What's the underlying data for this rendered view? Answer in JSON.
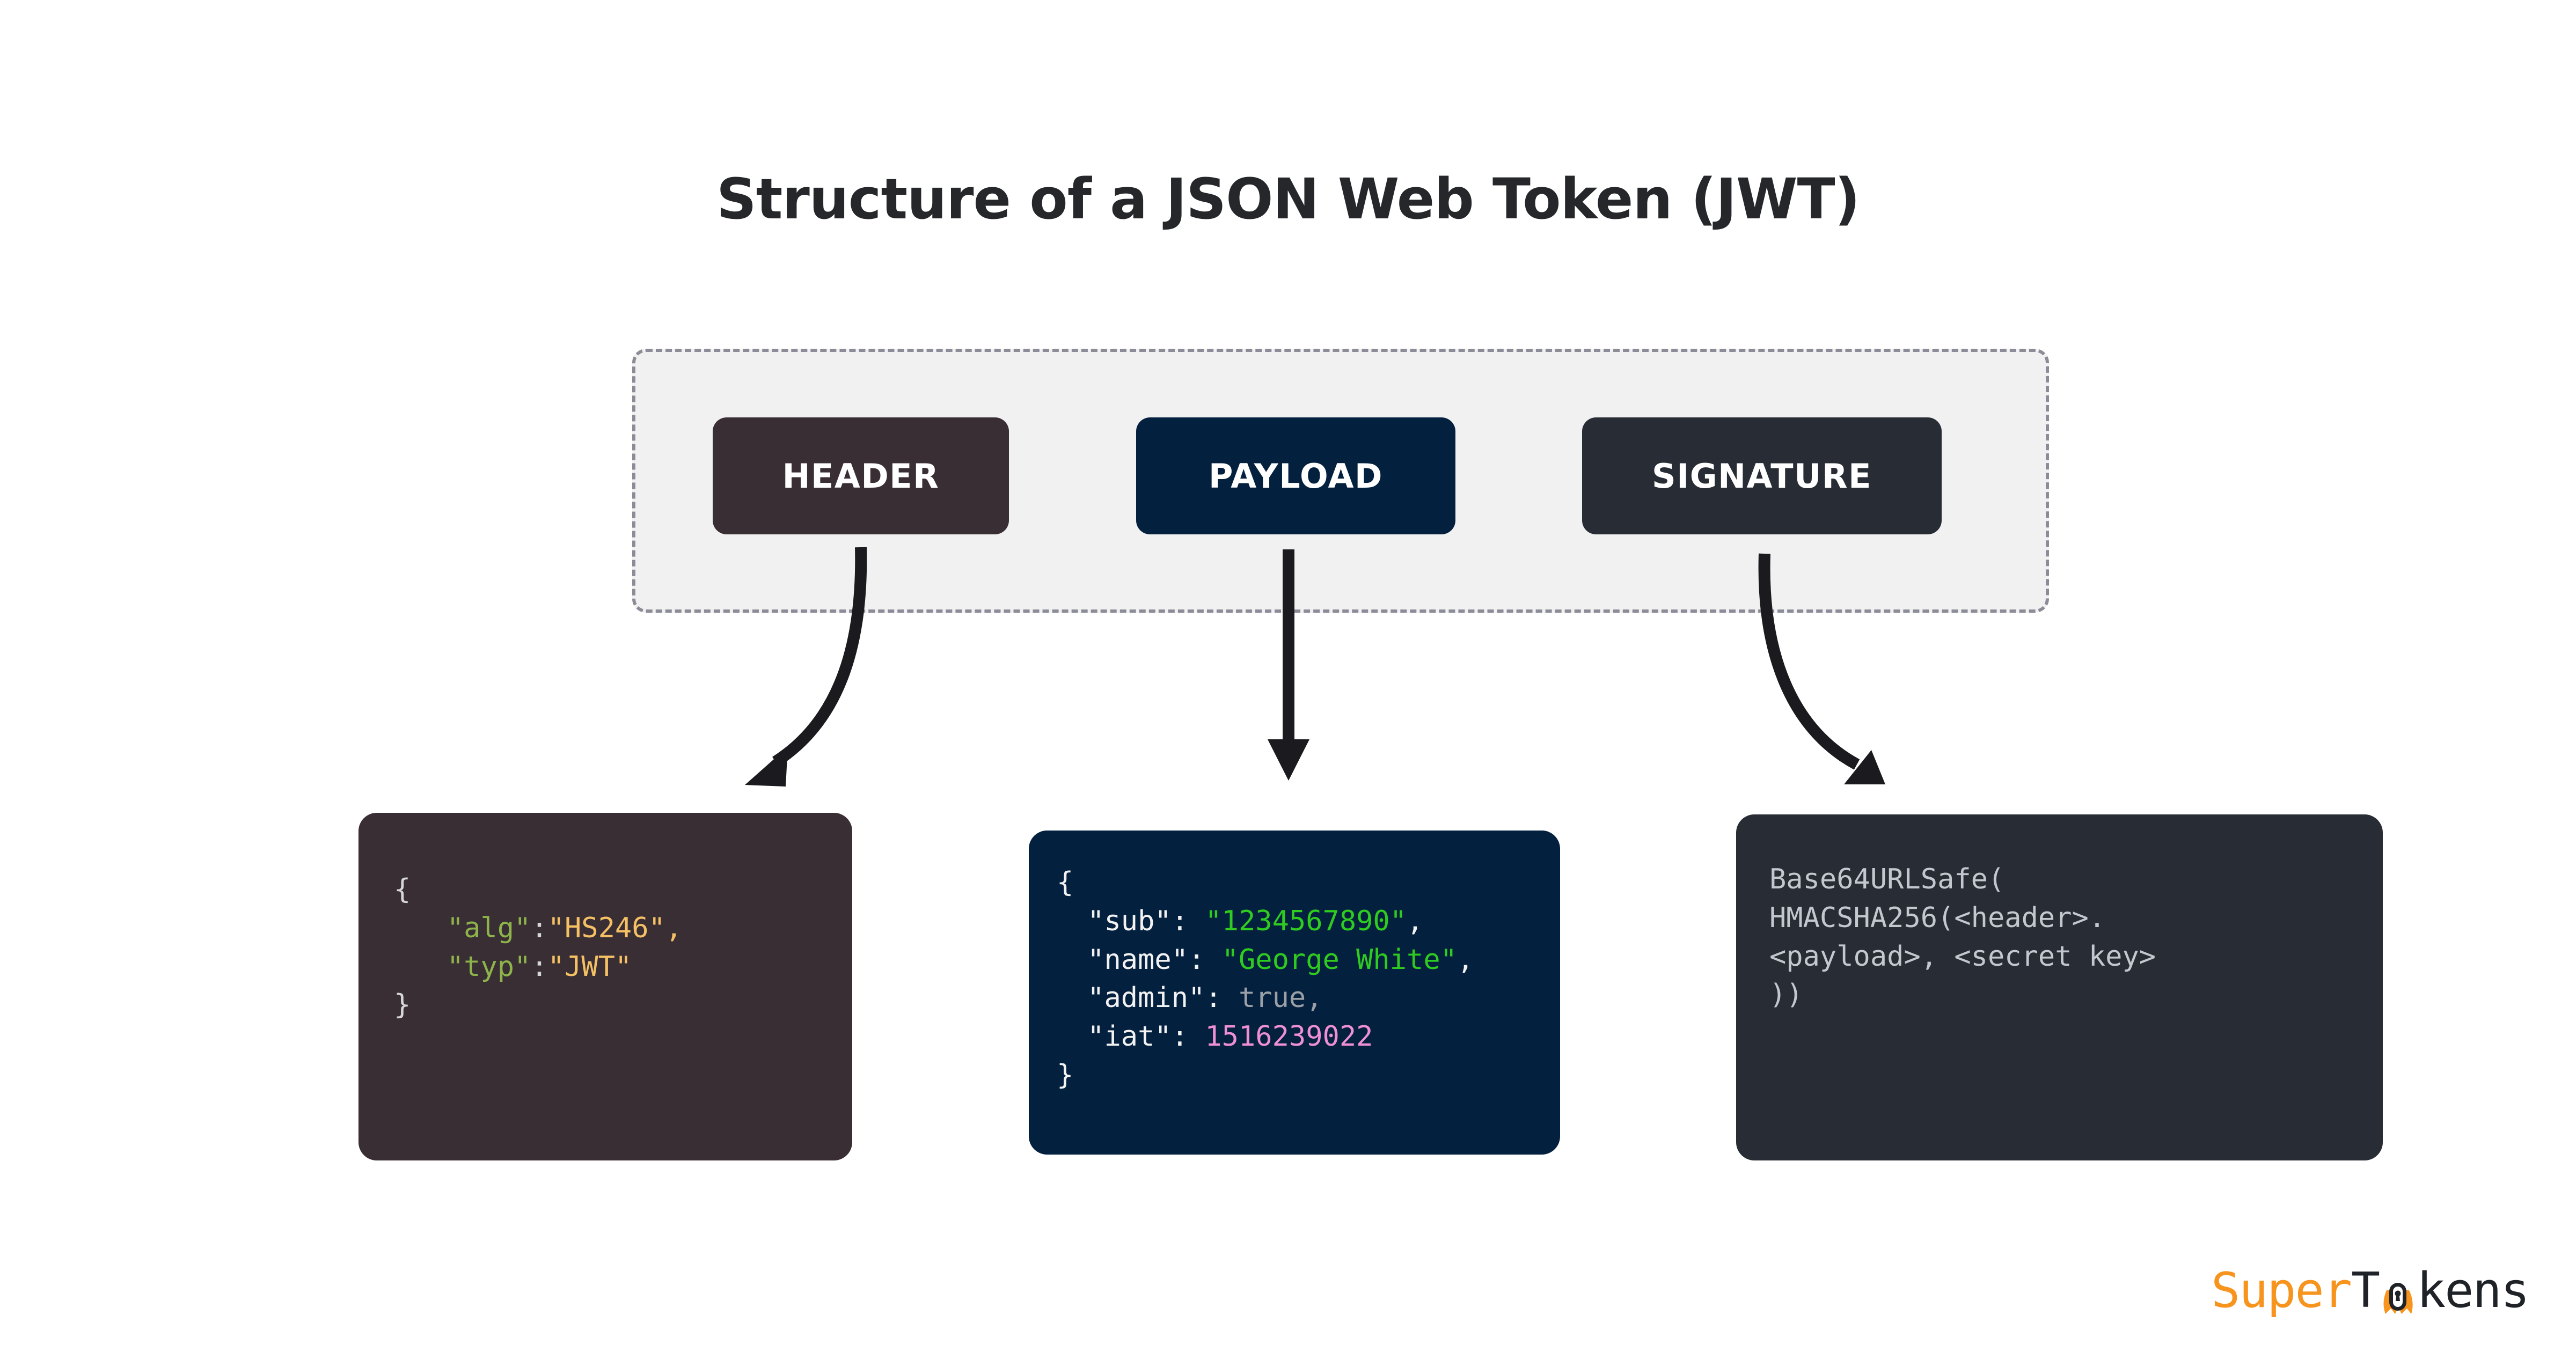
{
  "title": "Structure of a JSON Web Token (JWT)",
  "colors": {
    "header_accent": "#3a2e35",
    "payload_accent": "#04203f",
    "signature_accent": "#282c34",
    "container_fill": "#f1f1f1",
    "container_border": "#8b8c97",
    "brand_orange": "#f7941e",
    "brand_dark": "#1f2328",
    "key_green": "#8cb44a",
    "value_orange": "#f5c164",
    "string_green": "#2ecc1f",
    "number_pink": "#ef8fd4",
    "bool_gray": "#9aa0a6",
    "punct_gray": "#d6d6d6",
    "signature_text": "#c3c8ce"
  },
  "token": {
    "segments": [
      {
        "id": "header",
        "label": "HEADER"
      },
      {
        "id": "payload",
        "label": "PAYLOAD"
      },
      {
        "id": "signature",
        "label": "SIGNATURE"
      }
    ]
  },
  "code": {
    "header": {
      "open_brace": "{",
      "line1_key": "\"alg\"",
      "line1_colon": ":",
      "line1_value": "\"HS246\"",
      "line1_comma": ",",
      "line2_key": "\"typ\"",
      "line2_colon": ":",
      "line2_value": "\"JWT\"",
      "close_brace": "}"
    },
    "payload": {
      "open_brace": "{",
      "rows": [
        {
          "key": "\"sub\"",
          "sep": ": ",
          "value": "\"1234567890\"",
          "comma": ",",
          "kind": "string"
        },
        {
          "key": "\"name\"",
          "sep": ": ",
          "value": "\"George White\"",
          "comma": ",",
          "kind": "string"
        },
        {
          "key": "\"admin\"",
          "sep": ": ",
          "value": "true",
          "comma": ",",
          "kind": "bool"
        },
        {
          "key": "\"iat\"",
          "sep": ": ",
          "value": "1516239022",
          "comma": "",
          "kind": "number"
        }
      ],
      "close_brace": "}"
    },
    "signature": {
      "line1": "Base64URLSafe(",
      "line2": "HMACSHA256(<header>.",
      "line3": "<payload>, <secret key>",
      "line4": "))"
    }
  },
  "arrows": [
    {
      "id": "header-arrow",
      "from": "HEADER",
      "to": "header-code",
      "shape": "curve-left"
    },
    {
      "id": "payload-arrow",
      "from": "PAYLOAD",
      "to": "payload-code",
      "shape": "straight-down"
    },
    {
      "id": "signature-arrow",
      "from": "SIGNATURE",
      "to": "signature-code",
      "shape": "curve-right"
    }
  ],
  "brand": {
    "part1": "Super",
    "part2": "T",
    "part3": "kens",
    "mark": "keyhole-cape-icon"
  }
}
